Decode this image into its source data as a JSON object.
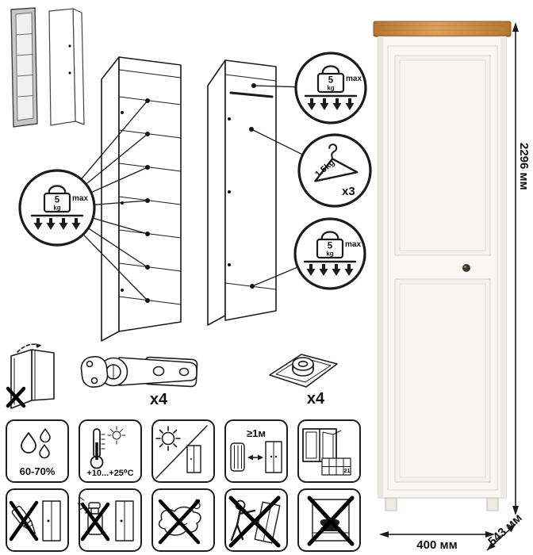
{
  "product": {
    "dimensions": {
      "height": "2296 мм",
      "width": "400 мм",
      "depth": "543 мм"
    }
  },
  "load_limits": {
    "shelf": {
      "value": "5",
      "unit": "kg",
      "qualifier": "max"
    },
    "hanger_rail": {
      "per_hanger": "1.5kg",
      "count": "x3"
    }
  },
  "hardware": {
    "hinge": {
      "count": "x4"
    },
    "foot": {
      "count": "x4"
    }
  },
  "environment": {
    "humidity": "60-70%",
    "temperature": "+10...+25⁰C",
    "min_distance": "≥1м",
    "calendar_day": "21"
  }
}
